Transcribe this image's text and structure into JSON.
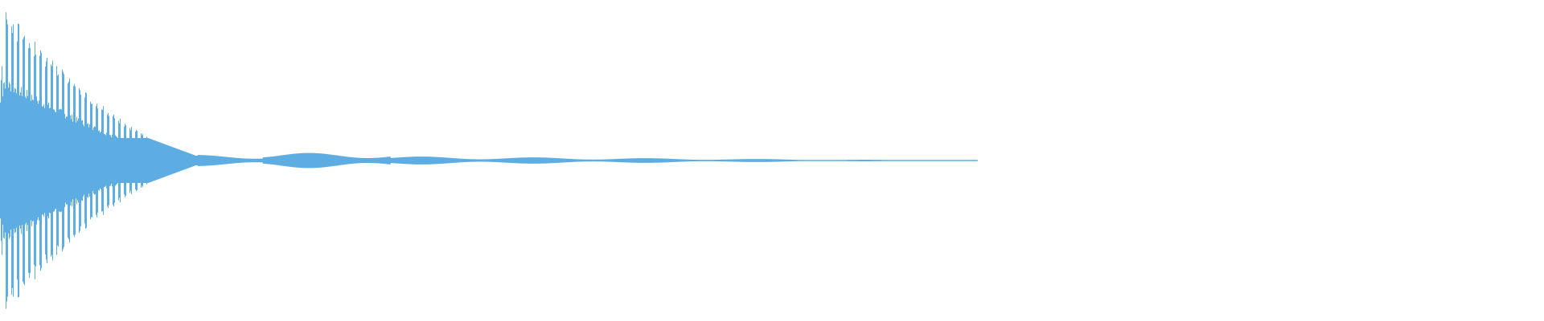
{
  "waveform": {
    "color": "#5DADE2",
    "background": "#FFFFFF",
    "kind": "audio-waveform",
    "envelope": {
      "attack_peak": 1.0,
      "main_decay_end_fraction": 0.128,
      "tail_end_fraction": 0.633,
      "tail_level": 0.035
    }
  }
}
